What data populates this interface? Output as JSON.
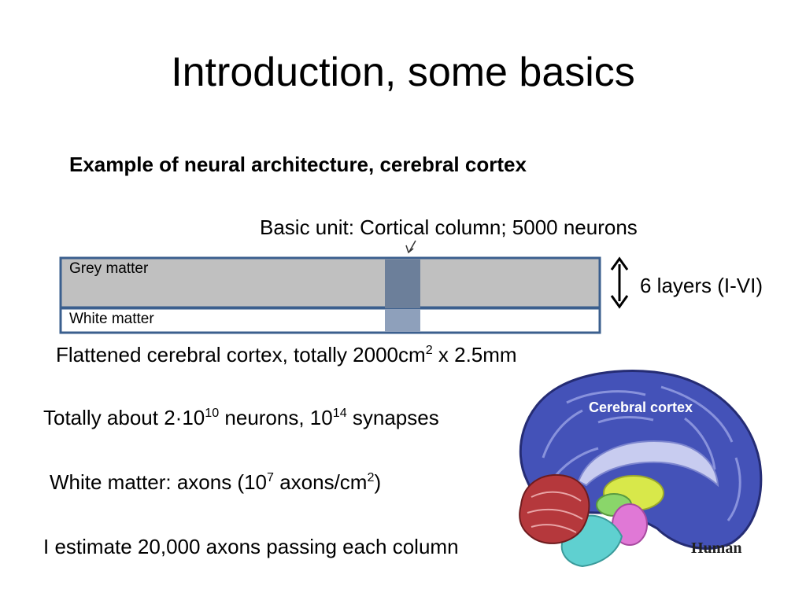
{
  "slide": {
    "title": "Introduction, some basics",
    "subtitle": "Example of  neural architecture, cerebral cortex",
    "basic_unit": "Basic unit: Cortical column; 5000 neurons"
  },
  "diagram": {
    "grey_label": "Grey matter",
    "white_label": "White matter",
    "layers": "6 layers (I-VI)",
    "colors": {
      "grey": "#c0c0c0",
      "white": "#ffffff",
      "border": "#3b5f8e",
      "column": "#6c7f9a"
    }
  },
  "facts": {
    "flattened": {
      "pre": "Flattened cerebral cortex, totally 2000cm",
      "sup": "2",
      "post": " x 2.5mm"
    },
    "totals": {
      "p1": "Totally about 2·10",
      "s1": "10",
      "p2": " neurons, 10",
      "s2": "14",
      "p3": " synapses"
    },
    "white": {
      "p1": "White matter: axons (10",
      "s1": "7",
      "p2": " axons/cm",
      "s2": "2",
      "p3": ")"
    },
    "estimate": "I estimate 20,000 axons passing each column"
  },
  "brain": {
    "label": "Cerebral cortex",
    "species": "Human"
  }
}
